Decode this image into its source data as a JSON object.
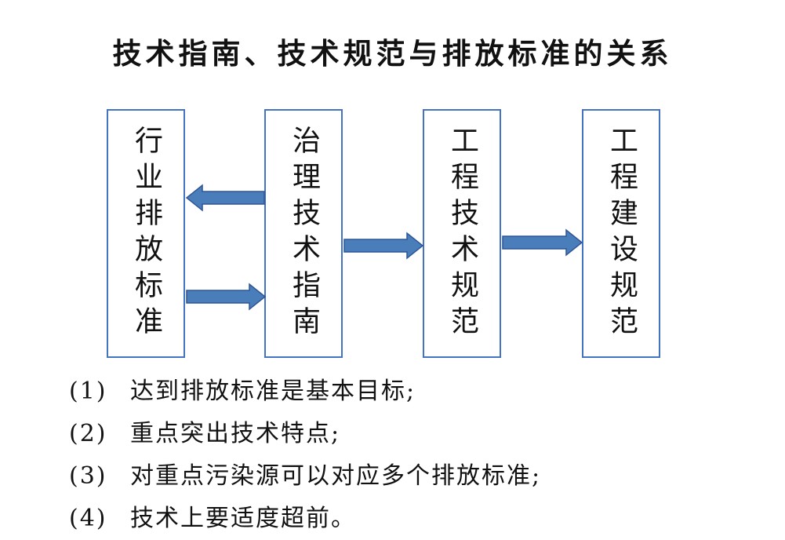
{
  "title": "技术指南、技术规范与排放标准的关系",
  "boxes": [
    {
      "label": "行业排放标准"
    },
    {
      "label": "治理技术指南"
    },
    {
      "label": "工程技术规范"
    },
    {
      "label": "工程建设规范"
    }
  ],
  "colors": {
    "box_border": "#4472c4",
    "arrow_fill": "#4a7ebb",
    "arrow_stroke": "#2f5597"
  },
  "notes": [
    {
      "num": "(1)",
      "text": "达到排放标准是基本目标;"
    },
    {
      "num": "(2)",
      "text": "重点突出技术特点;"
    },
    {
      "num": "(3)",
      "text": "对重点污染源可以对应多个排放标准;"
    },
    {
      "num": "(4)",
      "text": "技术上要适度超前。"
    }
  ]
}
